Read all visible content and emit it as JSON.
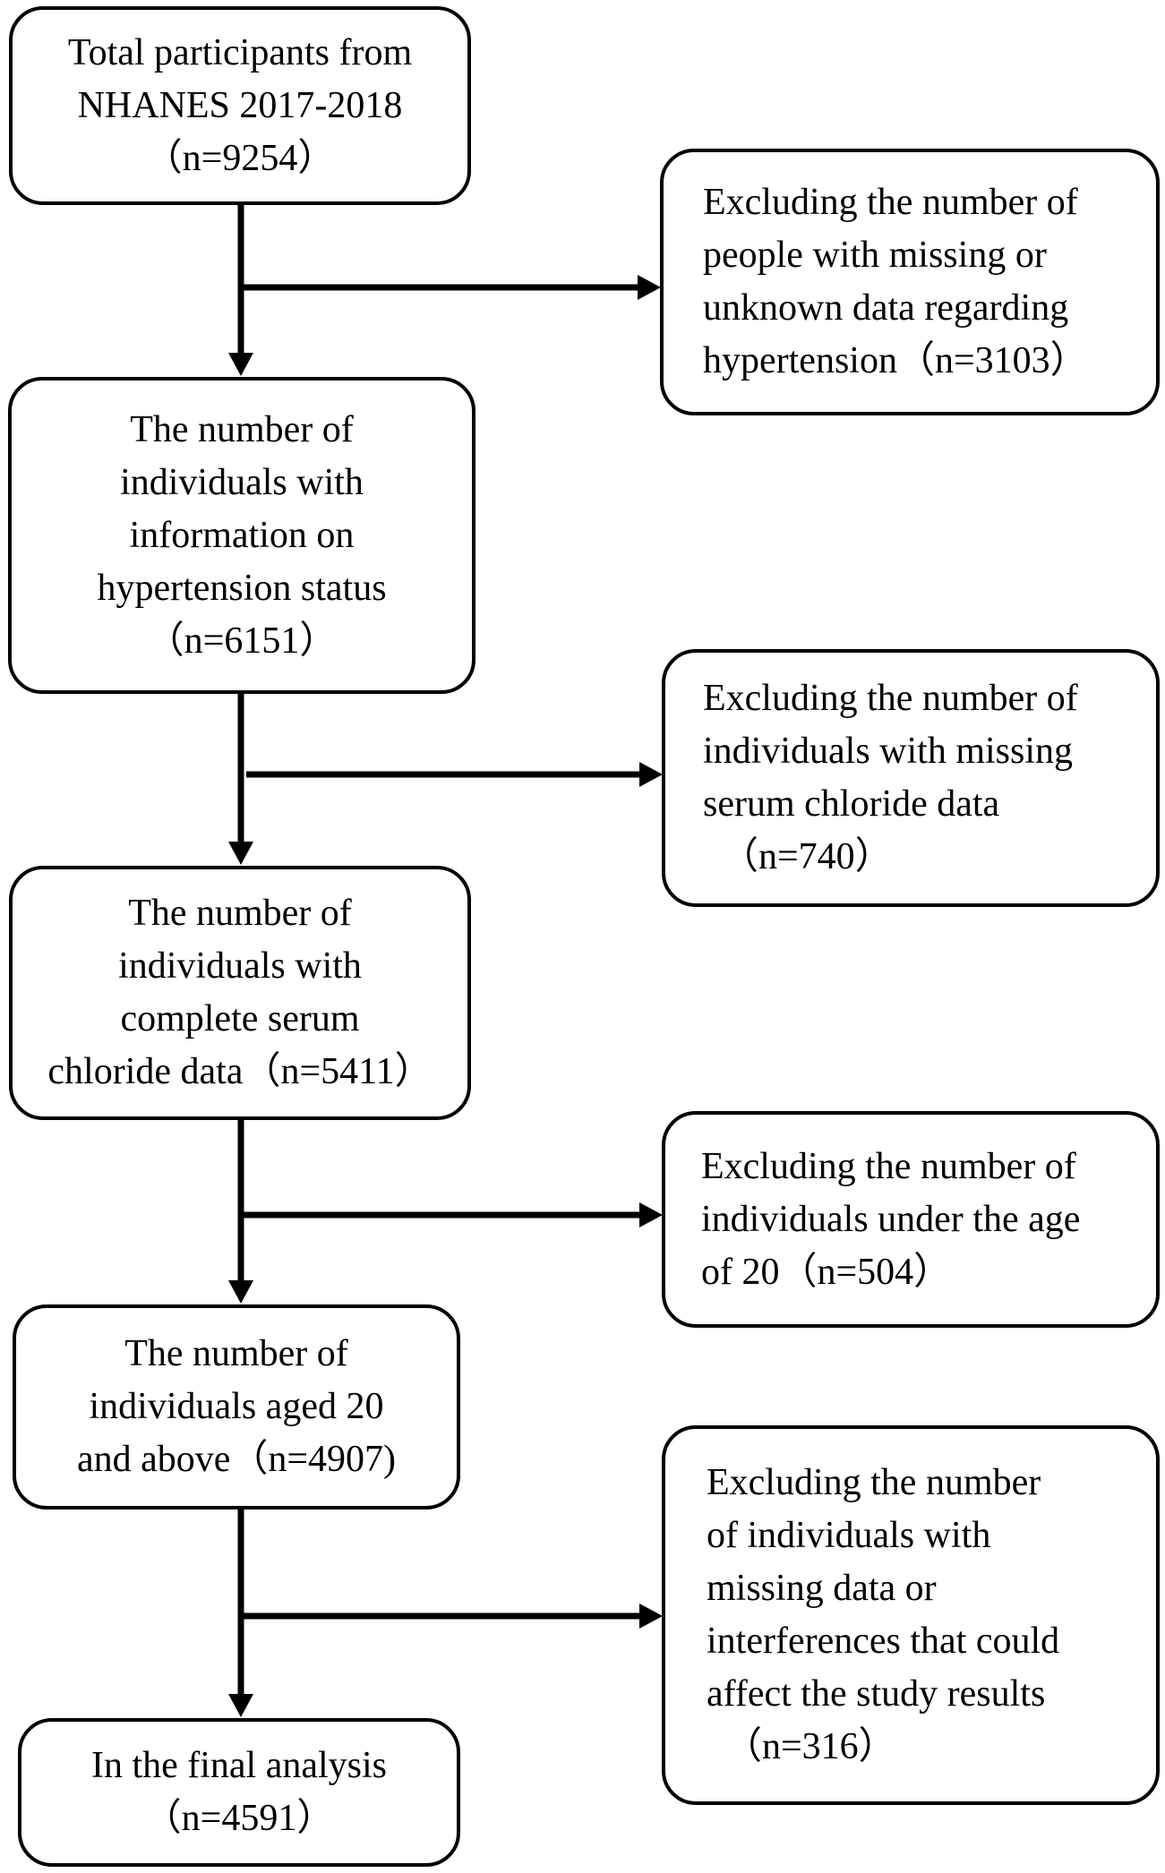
{
  "flow": {
    "main_boxes": [
      {
        "id": "total",
        "lines": [
          "Total participants from",
          "NHANES 2017-2018",
          "（n=9254）"
        ]
      },
      {
        "id": "hypertension-info",
        "lines": [
          "The number of",
          "individuals with",
          "information on",
          "hypertension status",
          "（n=6151）"
        ]
      },
      {
        "id": "complete-chloride",
        "lines": [
          "The number of",
          "individuals with",
          "complete serum",
          "chloride data（n=5411）"
        ]
      },
      {
        "id": "aged-20-above",
        "lines": [
          "The number of",
          "individuals aged 20",
          "and above（n=4907)"
        ]
      },
      {
        "id": "final-analysis",
        "lines": [
          "In the final analysis",
          "（n=4591）"
        ]
      }
    ],
    "exclusion_boxes": [
      {
        "id": "excl-hypertension",
        "lines": [
          "Excluding the number of",
          "people with missing or",
          "unknown data regarding",
          "hypertension（n=3103）"
        ]
      },
      {
        "id": "excl-chloride",
        "lines": [
          "Excluding the number of",
          "individuals with missing",
          "serum chloride data",
          "（n=740）"
        ]
      },
      {
        "id": "excl-age",
        "lines": [
          "Excluding the number of",
          "individuals under the age",
          "of 20（n=504）"
        ]
      },
      {
        "id": "excl-interference",
        "lines": [
          "Excluding the number",
          "of individuals with",
          "missing data or",
          "interferences that could",
          "affect the study results",
          "（n=316）"
        ]
      }
    ]
  }
}
